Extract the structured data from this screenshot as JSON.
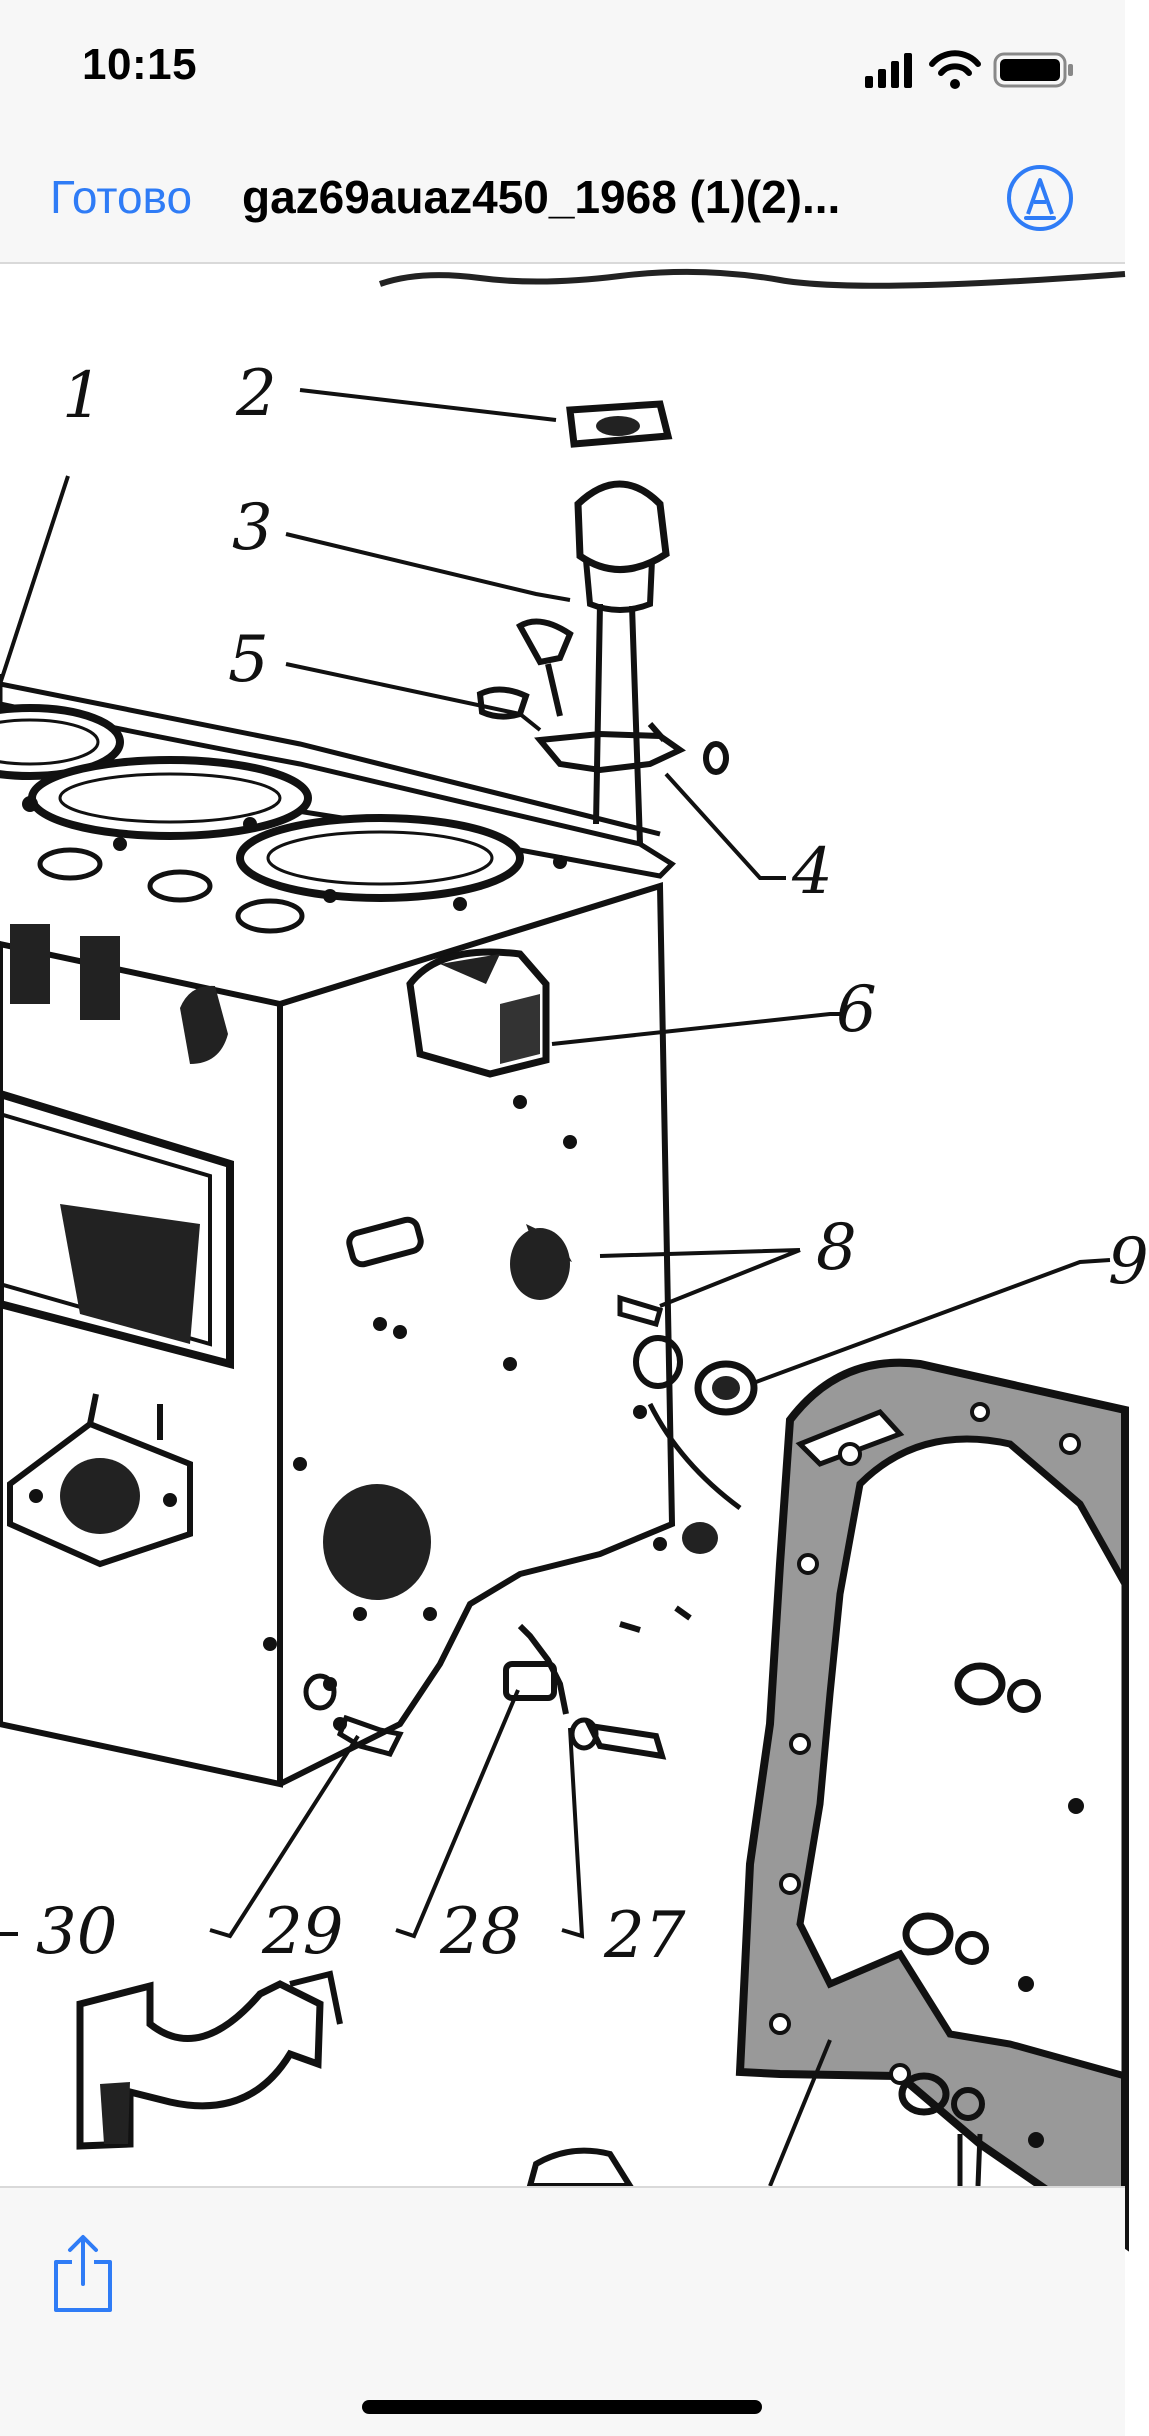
{
  "status_bar": {
    "time": "10:15",
    "icons": [
      "cellular-signal-icon",
      "wifi-icon",
      "battery-icon"
    ]
  },
  "nav": {
    "done_label": "Готово",
    "title": "gaz69auaz450_1968 (1)(2)...",
    "markup_icon": "markup-pen-icon"
  },
  "document": {
    "labels": [
      "1",
      "2",
      "3",
      "5",
      "4",
      "6",
      "8",
      "9",
      "30",
      "29",
      "28",
      "27"
    ]
  },
  "toolbar": {
    "share_icon": "share-icon"
  },
  "colors": {
    "accent": "#2f7cf6",
    "bar_background": "#f7f7f7",
    "ink": "#111111"
  }
}
